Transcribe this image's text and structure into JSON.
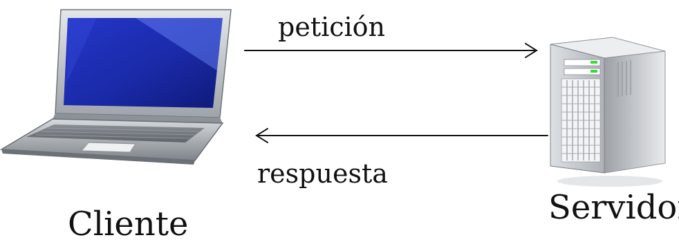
{
  "diagram": {
    "request_label": "petición",
    "response_label": "respuesta",
    "client_label": "Cliente",
    "server_label": "Servidor"
  },
  "colors": {
    "screen_blue": "#1c2fb4",
    "laptop_silver": "#c9cdd2",
    "server_gray": "#b9bcc0",
    "status_led": "#3ad83a",
    "arrow": "#111111"
  }
}
